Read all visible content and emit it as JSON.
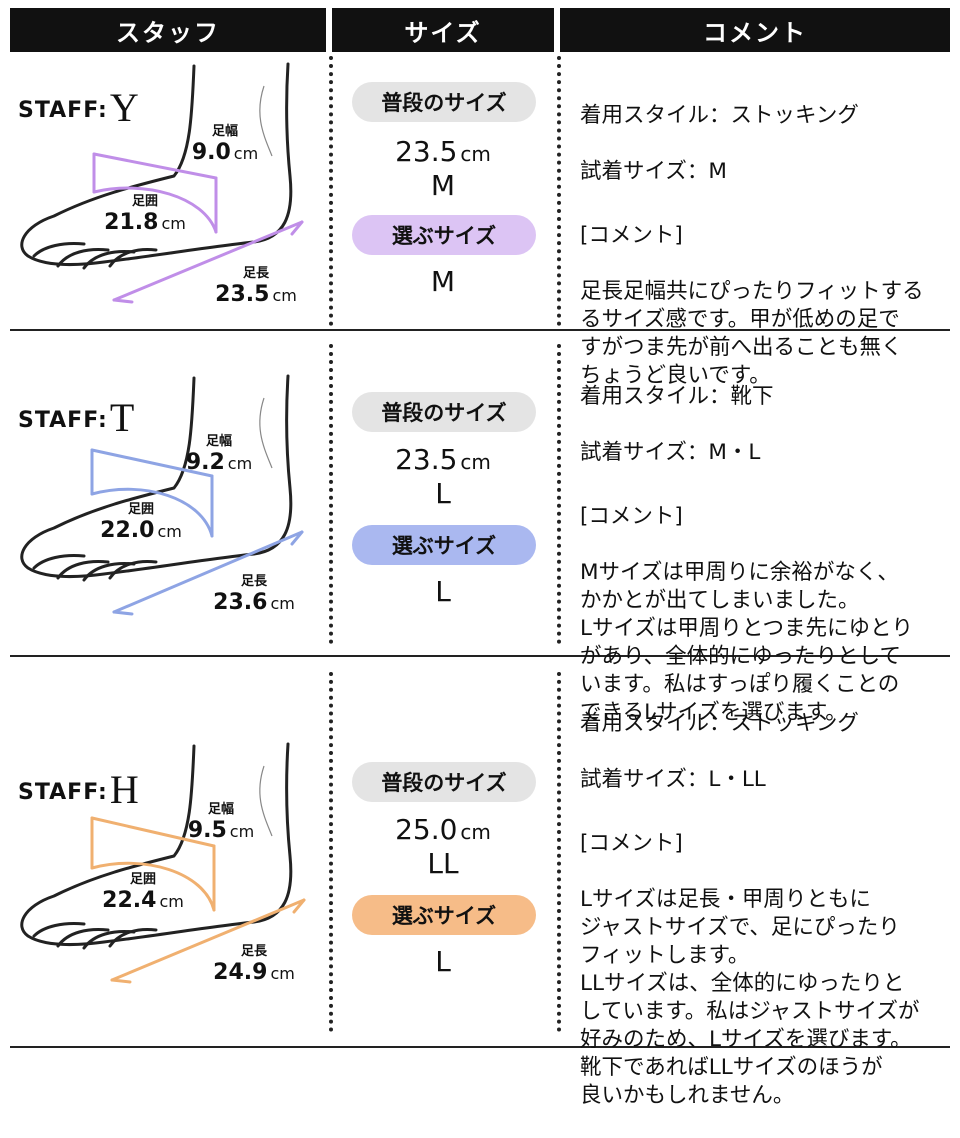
{
  "headers": {
    "staff": "スタッフ",
    "size": "サイズ",
    "comment": "コメント"
  },
  "labels": {
    "staff_prefix": "STAFF",
    "normal_size": "普段のサイズ",
    "chosen_size": "選ぶサイズ",
    "foot_width": "足幅",
    "foot_girth": "足囲",
    "foot_length": "足長",
    "unit": "cm",
    "colon": ":"
  },
  "staff": [
    {
      "initial": "Y",
      "accent": "#c08ee8",
      "pill_color": "#dcc4f4",
      "foot_width": "9.0",
      "foot_girth": "21.8",
      "foot_length": "23.5",
      "normal_size_value": "23.5",
      "normal_size_letter": "M",
      "chosen_size": "M",
      "style": "着用スタイル：ストッキング",
      "tried": "試着サイズ：M",
      "comment_head": "[コメント]",
      "comment_body": "足長足幅共にぴったりフィットする\nるサイズ感です。甲が低めの足で\nすがつま先が前へ出ることも無く\nちょうど良いです。"
    },
    {
      "initial": "T",
      "accent": "#8ea4e4",
      "pill_color": "#aab8f0",
      "foot_width": "9.2",
      "foot_girth": "22.0",
      "foot_length": "23.6",
      "normal_size_value": "23.5",
      "normal_size_letter": "L",
      "chosen_size": "L",
      "style": "着用スタイル：靴下",
      "tried": "試着サイズ：M・L",
      "comment_head": "[コメント]",
      "comment_body": "Mサイズは甲周りに余裕がなく、\nかかとが出てしまいました。\nLサイズは甲周りとつま先にゆとり\nがあり、全体的にゆったりとして\nいます。私はすっぽり履くことの\nできるLサイズを選びます。"
    },
    {
      "initial": "H",
      "accent": "#f0b070",
      "pill_color": "#f6bc88",
      "foot_width": "9.5",
      "foot_girth": "22.4",
      "foot_length": "24.9",
      "normal_size_value": "25.0",
      "normal_size_letter": "LL",
      "chosen_size": "L",
      "style": "着用スタイル：ストッキング",
      "tried": "試着サイズ：L・LL",
      "comment_head": "[コメント]",
      "comment_body": "Lサイズは足長・甲周りともに\nジャストサイズで、足にぴったり\nフィットします。\nLLサイズは、全体的にゆったりと\nしています。私はジャストサイズが\n好みのため、Lサイズを選びます。\n靴下であればLLサイズのほうが\n良いかもしれません。"
    }
  ]
}
